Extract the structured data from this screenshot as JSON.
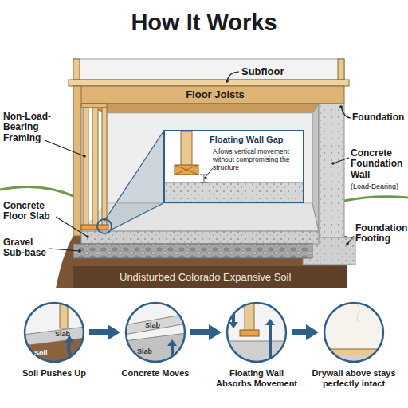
{
  "diagram": {
    "title": "How It Works",
    "nodes": [
      {
        "text": [
          "Floating Wall Gap",
          "Allows vertical movement without compromising the structure"
        ]
      },
      {
        "text": [
          "Slab",
          "Soil",
          "Soil Pushes Up"
        ]
      },
      {
        "text": [
          "Slab",
          "Slab",
          "Concrete Moves"
        ]
      },
      {
        "text": [
          "Floating Wall Absorbs Movement"
        ]
      },
      {
        "text": [
          "Drywall above stays perfectly intact"
        ]
      }
    ],
    "edges": [
      {
        "from": 1,
        "to": 2,
        "arrow": "to"
      },
      {
        "from": 2,
        "to": 3,
        "arrow": "to"
      },
      {
        "from": 3,
        "to": 4,
        "arrow": "to"
      }
    ],
    "labels": [
      "Subfloor",
      "Floor Joists",
      "Non-Load-Bearing Framing",
      "Foundation",
      "Concrete Foundation Wall",
      "(Load-Bearing)",
      "Concrete Floor Slab",
      "Gravel Sub-base",
      "Foundation Footing",
      "Undisturbed Colorado Expansive Soil"
    ]
  }
}
